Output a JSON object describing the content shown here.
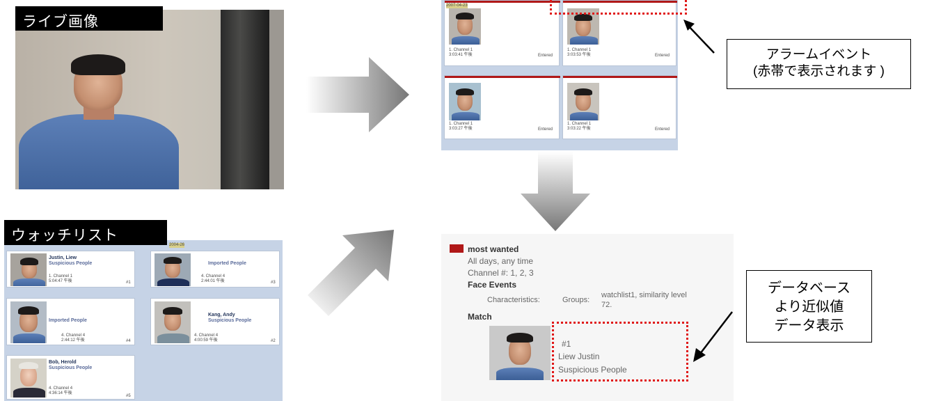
{
  "labels": {
    "live_image": "ライブ画像",
    "watchlist": "ウォッチリスト"
  },
  "callouts": {
    "alarm": [
      "アラームイベント",
      "(赤帯で表示されます )"
    ],
    "database": [
      "データベース",
      "より近似値",
      "データ表示"
    ]
  },
  "alarm_tiles": [
    {
      "time_tag": "2007-04-23",
      "channel": "1. Channel 1",
      "time": "3:03:41 午後",
      "status": "Entered"
    },
    {
      "time_tag": "",
      "channel": "1. Channel 1",
      "time": "3:03:53 午後",
      "status": "Entered"
    },
    {
      "time_tag": "",
      "channel": "1. Channel 1",
      "time": "3:03:27 午後",
      "status": "Entered"
    },
    {
      "time_tag": "",
      "channel": "1. Channel 1",
      "time": "3:03:22 午後",
      "status": "Entered"
    }
  ],
  "watchlist_cards": [
    {
      "name": "Justin, Liew",
      "group": "Suspicious People",
      "channel": "1. Channel 1",
      "time": "5:04:47 午後",
      "num": "#1"
    },
    {
      "name": "",
      "group": "Imported People",
      "channel": "4. Channel 4",
      "time": "2:44:01 午後",
      "num": "#3",
      "tag": "2004-26"
    },
    {
      "name": "",
      "group": "Imported People",
      "channel": "4. Channel 4",
      "time": "2:44:12 午後",
      "num": "#4"
    },
    {
      "name": "Kang, Andy",
      "group": "Suspicious People",
      "channel": "4. Channel 4",
      "time": "4:00:59 午後",
      "num": "#2"
    },
    {
      "name": "Bob, Herold",
      "group": "Suspicious People",
      "channel": "4. Channel 4",
      "time": "4:36:14 午後",
      "num": "#5"
    }
  ],
  "details": {
    "title": "most wanted",
    "schedule": "All days, any time",
    "channels": "Channel #: 1, 2, 3",
    "face_events": "Face Events",
    "characteristics_label": "Characteristics:",
    "groups_label": "Groups:",
    "groups_value_1": "watchlist1, similarity level",
    "groups_value_2": "72.",
    "match_label": "Match",
    "match_num": "#1",
    "match_name": "Liew Justin",
    "match_group": "Suspicious People"
  },
  "colors": {
    "alarm_red": "#b01818",
    "highlight_dash": "#e01818",
    "panel_blue": "#c6d3e6"
  }
}
